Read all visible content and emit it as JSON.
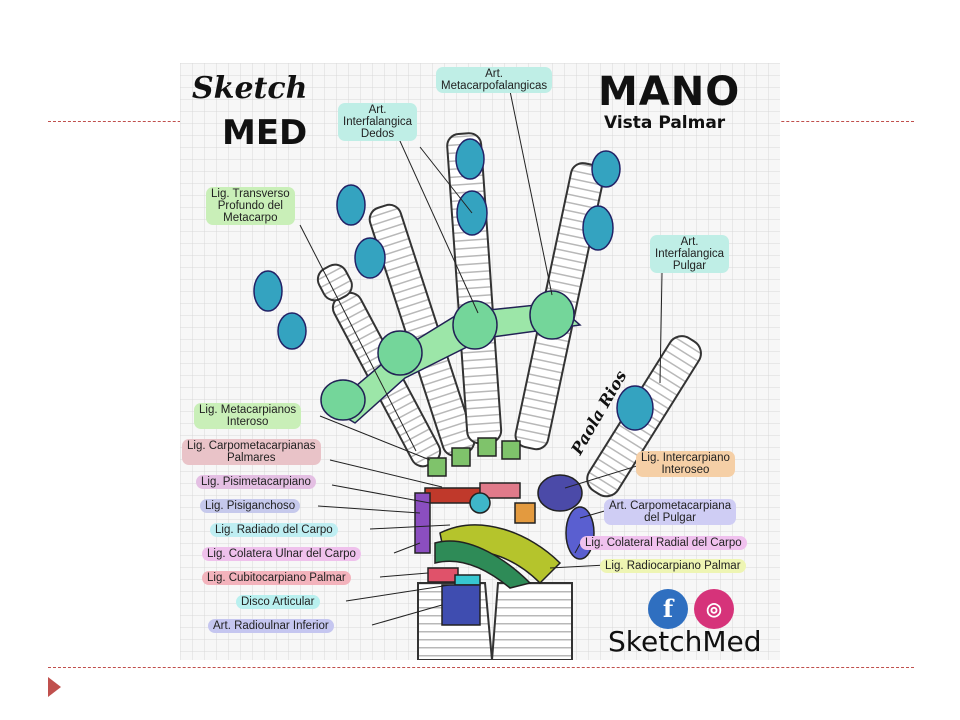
{
  "slide": {
    "accent_color": "#c0504d",
    "bullet_icon": "play-triangle-icon"
  },
  "poster": {
    "title": "MANO",
    "subtitle": "Vista Palmar",
    "logo_line1": "Sketch",
    "logo_line2": "MED",
    "signature": "Paola Rios",
    "brand": "SketchMed",
    "social_icons": [
      "facebook-icon",
      "instagram-icon"
    ],
    "facebook_glyph": "f",
    "instagram_glyph": "◎"
  },
  "labels": {
    "metacarpofalangicas": "Art.\nMetacarpofalangicas",
    "interfalangica_dedos": "Art.\nInterfalangica\nDedos",
    "transverso": "Lig. Transverso\nProfundo del\nMetacarpo",
    "interfalangica_pulgar": "Art.\nInterfalangica\nPulgar",
    "metacarpianos_interoso": "Lig. Metacarpianos\nInteroso",
    "carpometacarpianas": "Lig. Carpometacarpianas\nPalmares",
    "pisimetacarpiano": "Lig. Pisimetacarpiano",
    "pisiganchoso": "Lig. Pisiganchoso",
    "radiado": "Lig. Radiado del Carpo",
    "colatera_ulnar": "Lig. Colatera Ulnar del Carpo",
    "cubitocarpiano": "Lig. Cubitocarpiano Palmar",
    "disco": "Disco Articular",
    "radioulnar": "Art. Radioulnar Inferior",
    "intercarpiano": "Lig. Intercarpiano\nInteroseo",
    "carpometacarpiana_pulgar": "Art. Carpometacarpiana\ndel Pulgar",
    "colateral_radial": "Lig. Colateral Radial del Carpo",
    "radiocarpiano": "Lig. Radiocarpiano Palmar"
  }
}
